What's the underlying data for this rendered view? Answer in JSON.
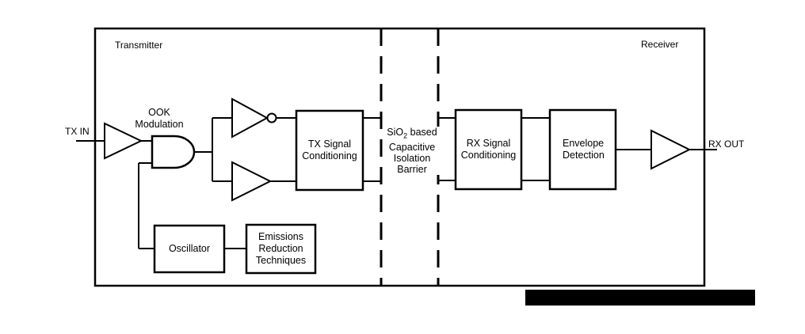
{
  "diagram": {
    "section_left_title": "Transmitter",
    "section_right_title": "Receiver",
    "ports": {
      "input_label": "TX IN",
      "output_label": "RX OUT"
    },
    "ook_label": {
      "line1": "OOK",
      "line2": "Modulation"
    },
    "blocks": {
      "tx_signal": {
        "line1": "TX Signal",
        "line2": "Conditioning"
      },
      "rx_signal": {
        "line1": "RX Signal",
        "line2": "Conditioning"
      },
      "envelope": {
        "line1": "Envelope",
        "line2": "Detection"
      },
      "oscillator": {
        "label": "Oscillator"
      },
      "emissions": {
        "line1": "Emissions",
        "line2": "Reduction",
        "line3": "Techniques"
      }
    },
    "barrier_label": {
      "line1_pre": "SiO",
      "line1_sub": "2",
      "line1_post": " based",
      "line2": "Capacitive",
      "line3": "Isolation",
      "line4": "Barrier"
    },
    "colors": {
      "line": "#000000",
      "background": "#ffffff",
      "redaction_bar": "#000000"
    }
  }
}
